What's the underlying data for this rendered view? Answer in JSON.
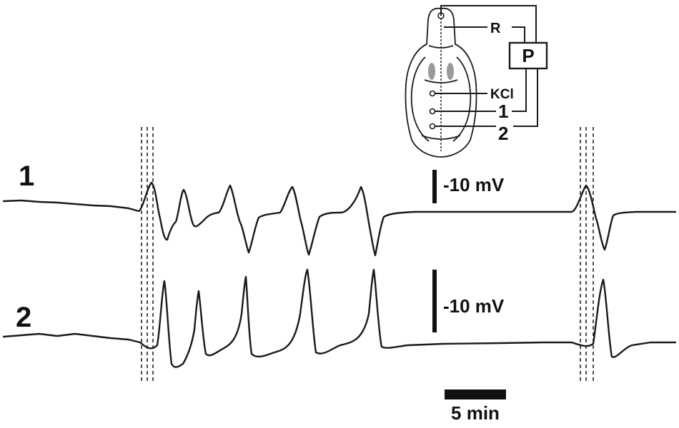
{
  "channels": [
    {
      "label": "1",
      "scale_label": "-10 mV"
    },
    {
      "label": "2",
      "scale_label": "-10 mV"
    }
  ],
  "time_scale_label": "5 min",
  "schematic": {
    "reference_label": "R",
    "processor_label": "P",
    "stimulus_label": "KCl",
    "electrode_1_label": "1",
    "electrode_2_label": "2"
  }
}
